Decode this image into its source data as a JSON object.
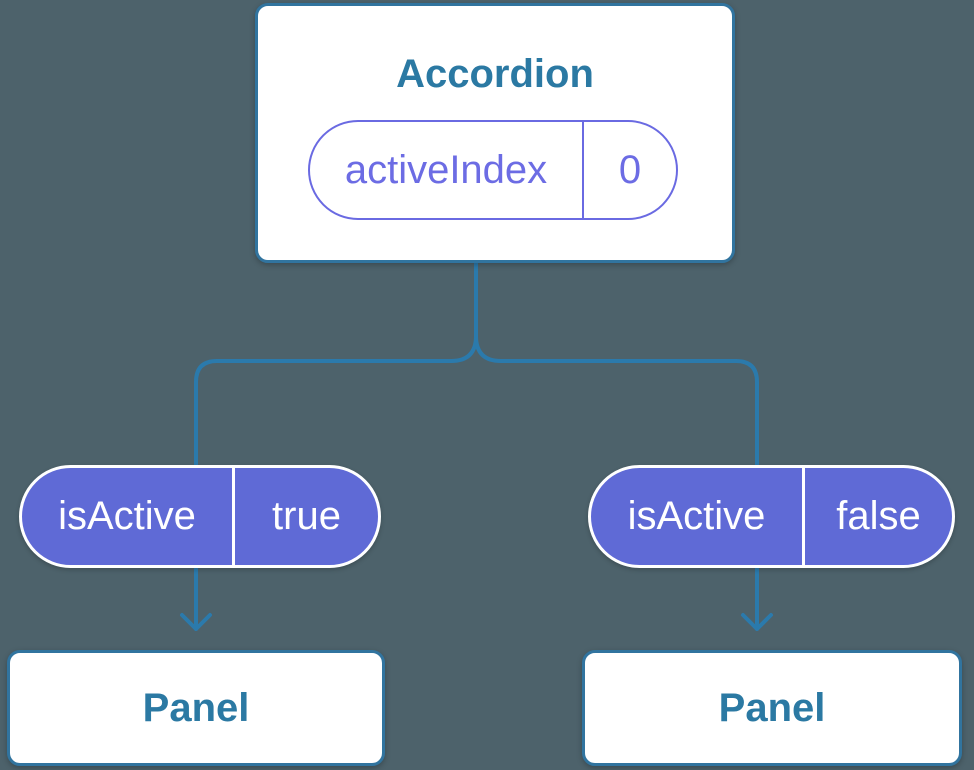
{
  "diagram": {
    "root": {
      "title": "Accordion",
      "state": {
        "name": "activeIndex",
        "value": "0"
      }
    },
    "children": [
      {
        "prop": {
          "name": "isActive",
          "value": "true"
        },
        "child": {
          "title": "Panel"
        }
      },
      {
        "prop": {
          "name": "isActive",
          "value": "false"
        },
        "child": {
          "title": "Panel"
        }
      }
    ]
  },
  "theme": {
    "background": "#4d626b",
    "box-bg": "#ffffff",
    "box-border": "#31749f",
    "box-text": "#2b79a3",
    "pill-fill": "#5f6ad6",
    "pill-border-white": "#ffffff",
    "pill-text-light": "#ffffff",
    "outline-pill-border": "#6a6ae2",
    "outline-pill-text": "#6c6ce4",
    "line-color": "#2b7aac"
  }
}
